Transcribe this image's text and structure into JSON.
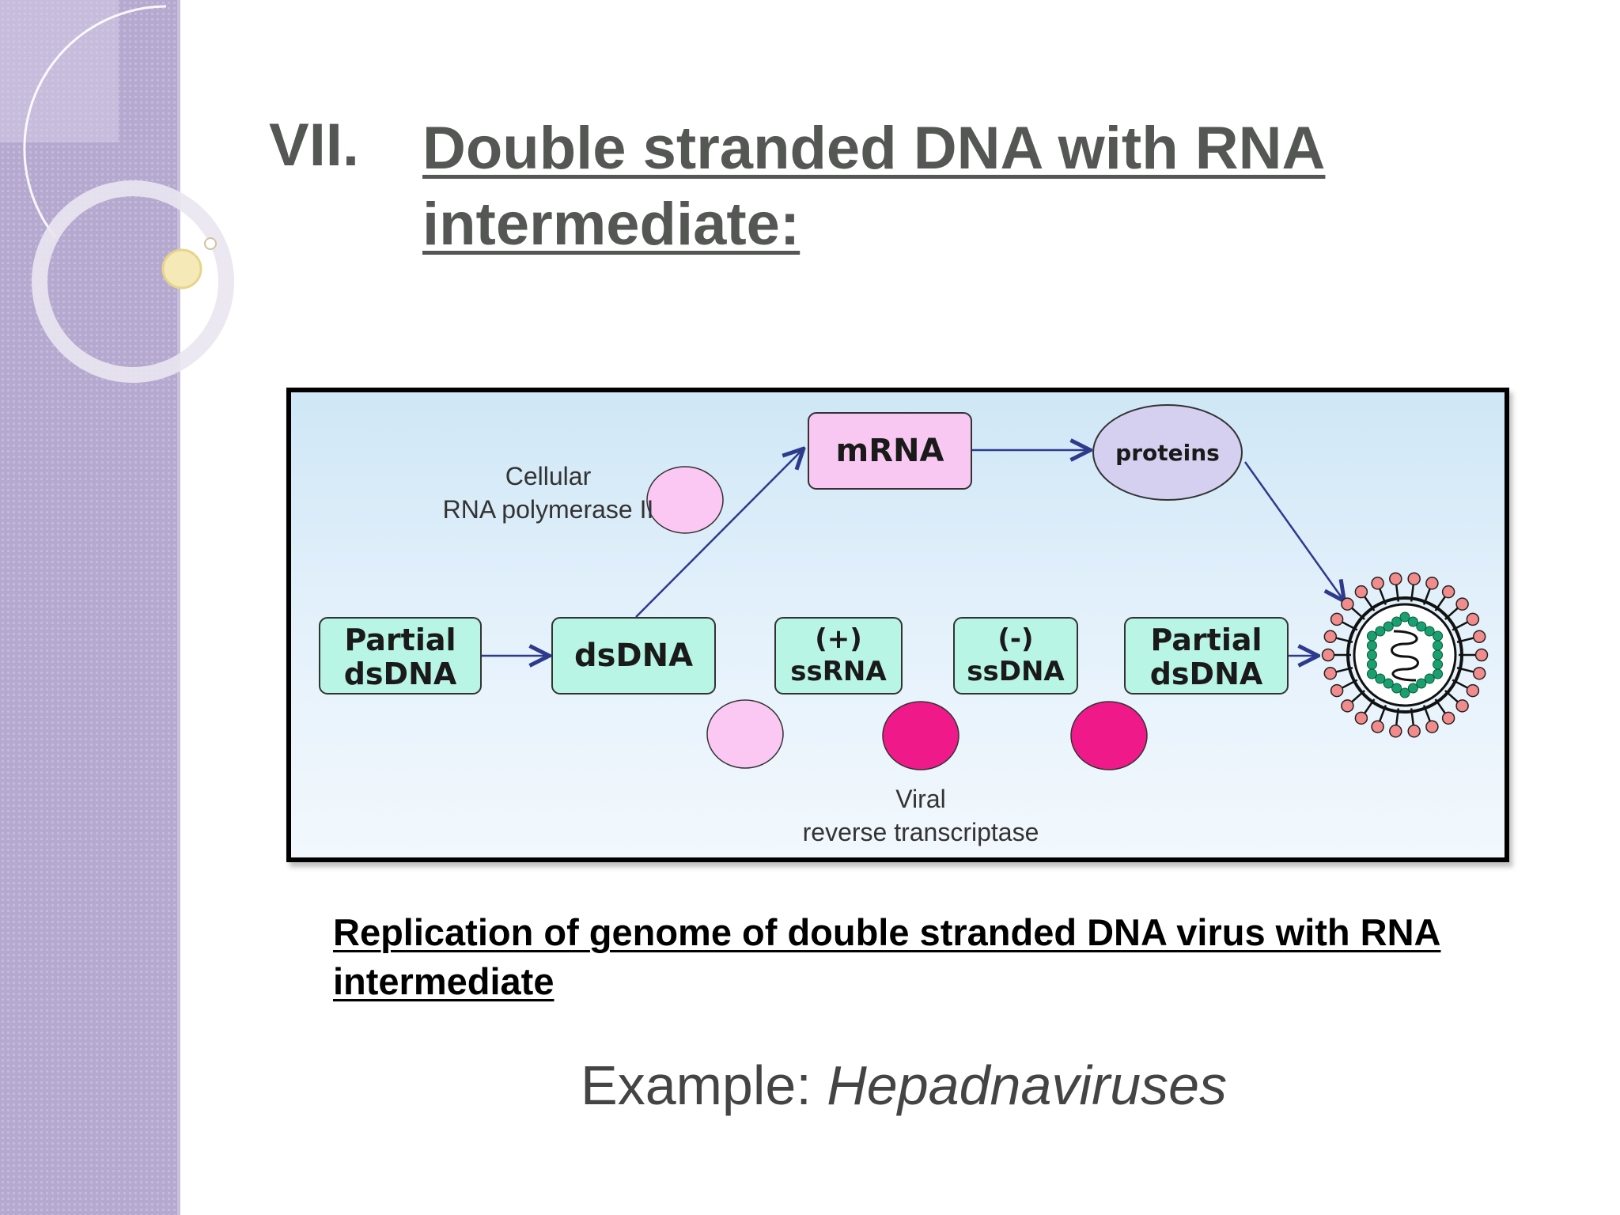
{
  "slide": {
    "title_number": "VII.",
    "title": "Double stranded DNA with RNA intermediate:",
    "caption": "Replication of genome of double stranded DNA virus with RNA intermediate",
    "example_prefix": "Example: ",
    "example_name": "Hepadnaviruses"
  },
  "diagram": {
    "nodes": {
      "partial_dsdna_start": [
        "Partial",
        "dsDNA"
      ],
      "dsdna": "dsDNA",
      "plus_ssrna": [
        "(+)",
        "ssRNA"
      ],
      "minus_ssdna": [
        "(-)",
        "ssDNA"
      ],
      "partial_dsdna_end": [
        "Partial",
        "dsDNA"
      ],
      "mrna": "mRNA",
      "proteins": "proteins"
    },
    "labels": {
      "cellular_polymerase": [
        "Cellular",
        "RNA polymerase II"
      ],
      "viral_rt": [
        "Viral",
        "reverse transcriptase"
      ]
    },
    "colors": {
      "node_fill": "#b9f5e4",
      "mrna_fill": "#f9c8f2",
      "proteins_fill": "#d5d0ef",
      "arrow": "#2e3a8c",
      "enzyme_light": "#fbc8f4",
      "enzyme_dark": "#f0198a",
      "virus_capsid": "#1aa070",
      "virus_spikes": "#f28b8b"
    }
  }
}
